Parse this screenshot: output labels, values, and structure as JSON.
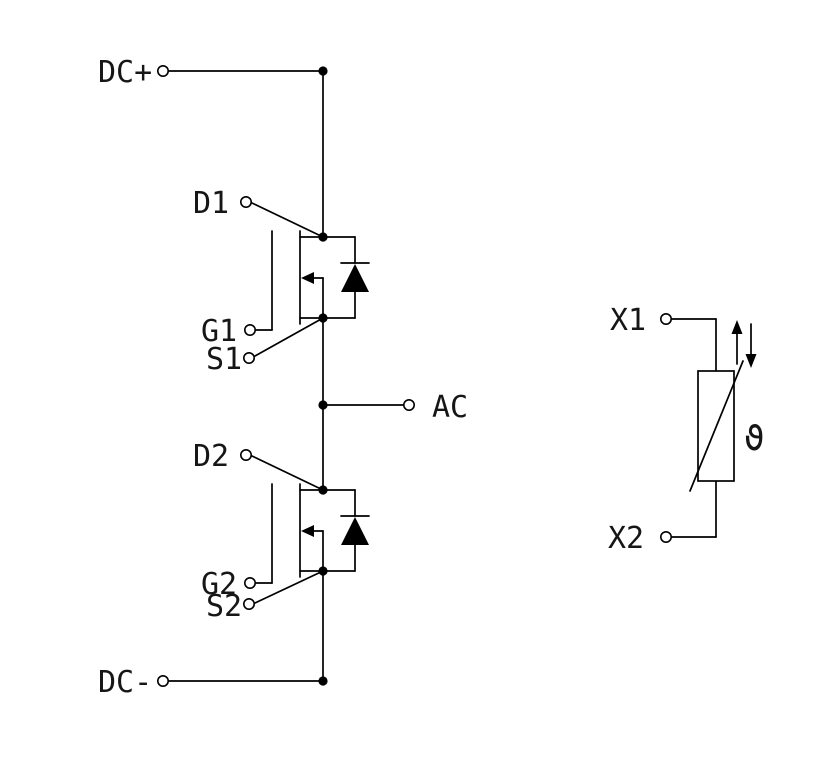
{
  "schematic": {
    "terminals": {
      "dc_plus": "DC+",
      "dc_minus": "DC-",
      "ac": "AC",
      "d1": "D1",
      "g1": "G1",
      "s1": "S1",
      "d2": "D2",
      "g2": "G2",
      "s2": "S2",
      "x1": "X1",
      "x2": "X2"
    },
    "thermistor": {
      "symbol": "ϑ"
    },
    "components": [
      {
        "name": "mosfet-1",
        "type": "n-channel-mosfet-with-body-diode",
        "terminals": [
          "D1",
          "G1",
          "S1"
        ]
      },
      {
        "name": "mosfet-2",
        "type": "n-channel-mosfet-with-body-diode",
        "terminals": [
          "D2",
          "G2",
          "S2"
        ]
      },
      {
        "name": "thermistor",
        "type": "temperature-sensor",
        "terminals": [
          "X1",
          "X2"
        ]
      }
    ],
    "colors": {
      "line": "#000000",
      "background": "#ffffff",
      "text": "#161616"
    }
  }
}
